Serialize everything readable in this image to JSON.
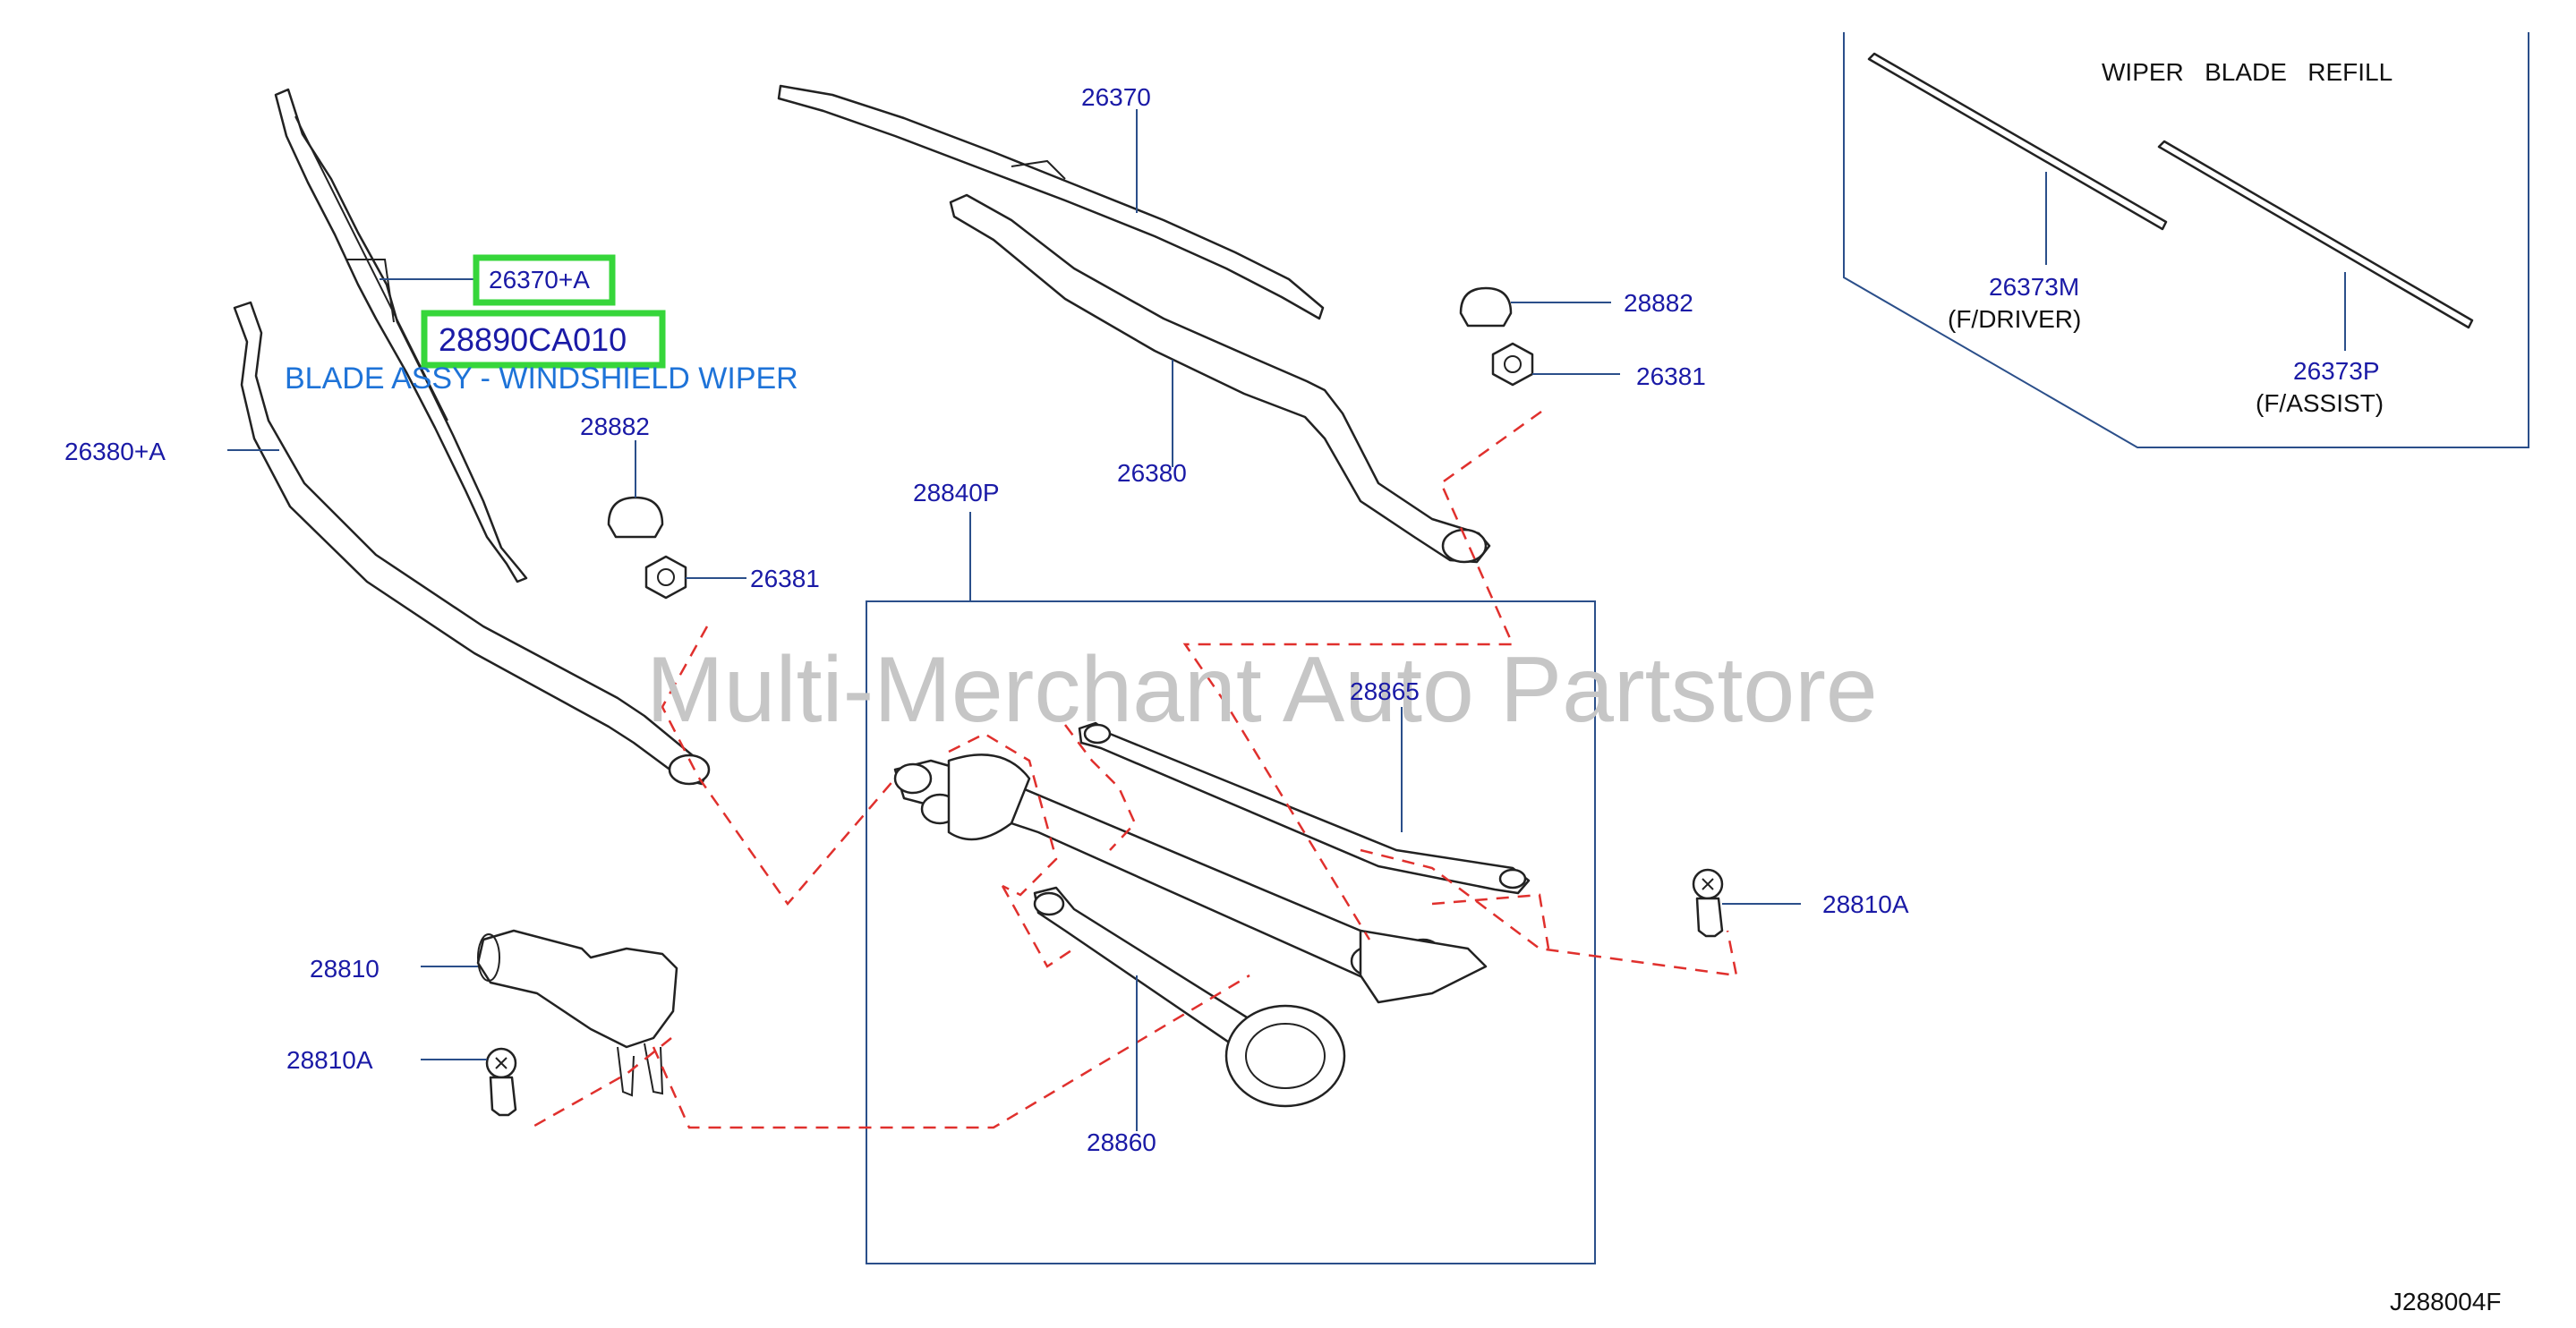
{
  "colors": {
    "label": "#1a1aa6",
    "highlight_box": "#36d63a",
    "description": "#1e73d8",
    "dashed_reference": "#e0302d",
    "watermark": "#c6c6c6"
  },
  "watermark": "Multi-Merchant Auto Partstore",
  "highlight": {
    "part": "26370+A",
    "oem_number": "28890CA010",
    "description": "BLADE ASSY - WINDSHIELD WIPER"
  },
  "refill_panel": {
    "title": "WIPER   BLADE   REFILL",
    "driver": {
      "part": "26373M",
      "note": "(F/DRIVER)"
    },
    "assist": {
      "part": "26373P",
      "note": "(F/ASSIST)"
    }
  },
  "labels": {
    "arm_left": "26380+A",
    "cap_left": "28882",
    "nut_left": "26381",
    "blade_right": "26370",
    "arm_right": "26380",
    "cap_right": "28882",
    "nut_right": "26381",
    "link_assy": "28840P",
    "link_rod": "28865",
    "motor": "28810",
    "bolt_left": "28810A",
    "bolt_right": "28810A",
    "crank": "28860"
  },
  "diagram_code": "J288004F"
}
